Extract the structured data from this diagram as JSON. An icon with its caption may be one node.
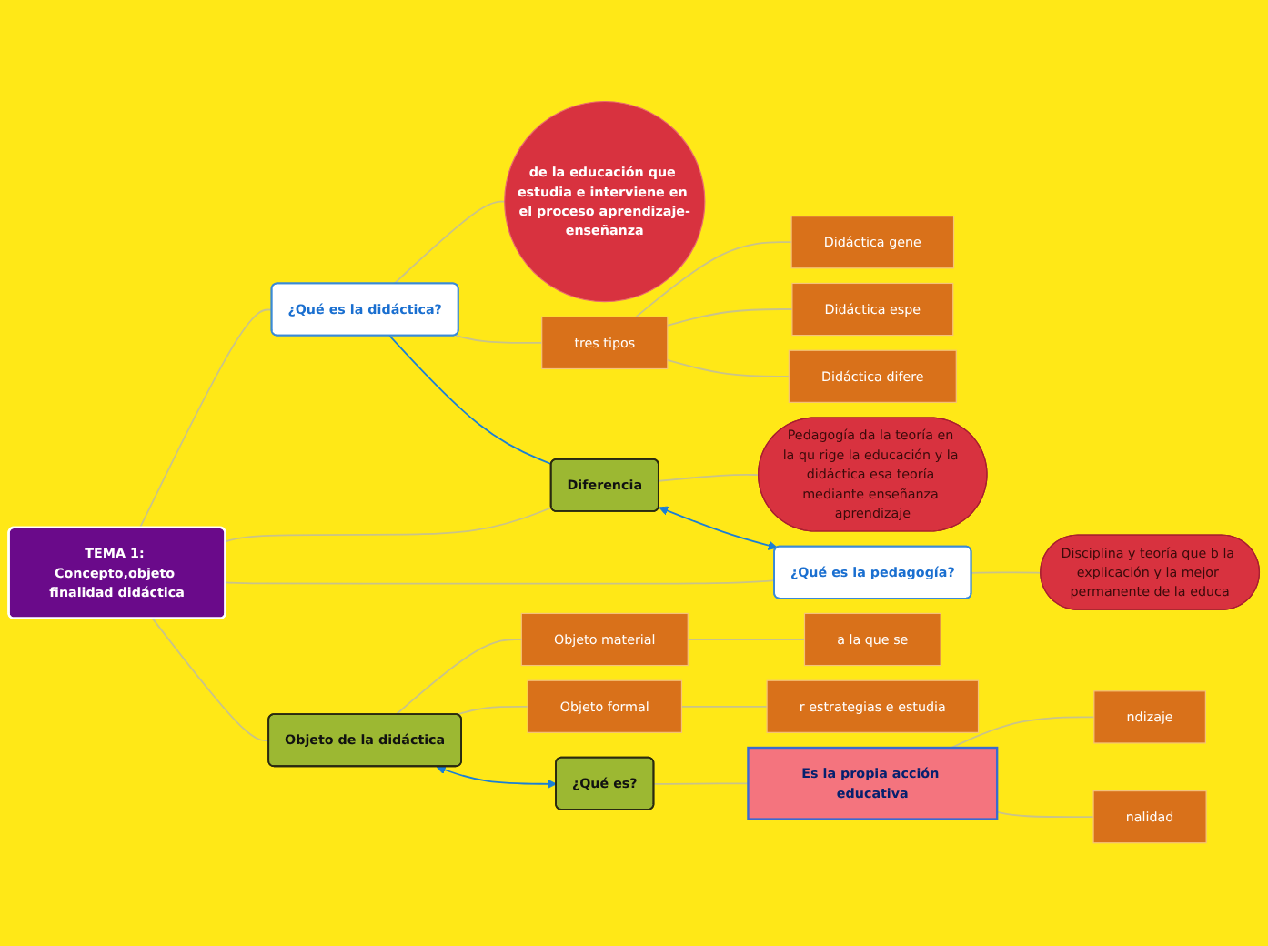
{
  "diagram": {
    "nodes": [
      {
        "text": [
          "TEMA 1: Concepto,objeto finalidad didáctica"
        ]
      },
      {
        "text": [
          "¿Qué es la didáctica?"
        ]
      },
      {
        "text": [
          "de la educación que estudia e interviene en el proceso aprendizaje-enseñanza"
        ]
      },
      {
        "text": [
          "tres tipos"
        ]
      },
      {
        "text": [
          "Didáctica gene"
        ]
      },
      {
        "text": [
          "Didáctica espe"
        ]
      },
      {
        "text": [
          "Didáctica difere"
        ]
      },
      {
        "text": [
          "Diferencia"
        ]
      },
      {
        "text": [
          "Pedagogía da la teoría en la qu rige la educación y la didáctica esa teoría mediante enseñanza aprendizaje"
        ]
      },
      {
        "text": [
          "¿Qué es la pedagogía?"
        ]
      },
      {
        "text": [
          "Disciplina y teoría que b la explicación y la mejor permanente de la educa"
        ]
      },
      {
        "text": [
          "Objeto de la didáctica"
        ]
      },
      {
        "text": [
          "Objeto material"
        ]
      },
      {
        "text": [
          "a la que se"
        ]
      },
      {
        "text": [
          "Objeto formal"
        ]
      },
      {
        "text": [
          "r estrategias e estudia"
        ]
      },
      {
        "text": [
          "¿Qué es?"
        ]
      },
      {
        "text": [
          "Es la propia acción educativa"
        ]
      },
      {
        "text": [
          "ndizaje"
        ]
      },
      {
        "text": [
          "nalidad"
        ]
      }
    ],
    "edges": [
      {
        "from": 0,
        "to": 1,
        "arrow": "none"
      },
      {
        "from": 1,
        "to": 2,
        "arrow": "none"
      },
      {
        "from": 1,
        "to": 3,
        "arrow": "none"
      },
      {
        "from": 3,
        "to": 4,
        "arrow": "none"
      },
      {
        "from": 3,
        "to": 5,
        "arrow": "none"
      },
      {
        "from": 3,
        "to": 6,
        "arrow": "none"
      },
      {
        "from": 0,
        "to": 7,
        "arrow": "none"
      },
      {
        "from": 7,
        "to": 8,
        "arrow": "none"
      },
      {
        "from": 0,
        "to": 9,
        "arrow": "none"
      },
      {
        "from": 9,
        "to": 10,
        "arrow": "none"
      },
      {
        "from": 0,
        "to": 11,
        "arrow": "none"
      },
      {
        "from": 11,
        "to": 12,
        "arrow": "none"
      },
      {
        "from": 12,
        "to": 13,
        "arrow": "none"
      },
      {
        "from": 11,
        "to": 14,
        "arrow": "none"
      },
      {
        "from": 14,
        "to": 15,
        "arrow": "none"
      },
      {
        "from": 16,
        "to": 17,
        "arrow": "none"
      },
      {
        "from": 17,
        "to": 18,
        "arrow": "none"
      },
      {
        "from": 17,
        "to": 19,
        "arrow": "none"
      },
      {
        "from": 1,
        "to": 7,
        "arrow": "none",
        "color": "#1a7fd6"
      },
      {
        "from": 7,
        "to": 9,
        "arrow": "both",
        "color": "#1a7fd6"
      },
      {
        "from": 11,
        "to": 16,
        "arrow": "both",
        "color": "#1a7fd6"
      }
    ]
  }
}
